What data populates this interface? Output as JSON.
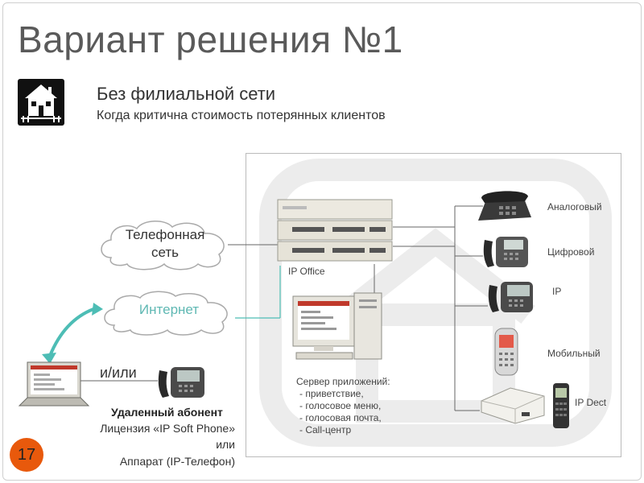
{
  "slide": {
    "title": "Вариант решения №1",
    "subtitle": "Без филиальной сети",
    "subtitle_2": "Когда критична стоимость потерянных клиентов",
    "page_number": "17"
  },
  "clouds": {
    "phone_network": [
      "Телефонная",
      "сеть"
    ],
    "internet": "Интернет"
  },
  "ip_office_label": "IP Office",
  "server": {
    "title": "Сервер приложений:",
    "items": [
      "- приветствие,",
      "- голосовое меню,",
      "- голосовая почта,",
      "- Call-центр"
    ]
  },
  "phones": {
    "analog": "Аналоговый",
    "digital": "Цифровой",
    "ip": "IP",
    "mobile": "Мобильный",
    "dect": "IP Dect"
  },
  "remote": {
    "or_label": "и/или",
    "title": "Удаленный абонент",
    "line1": "Лицензия «IP Soft Phone»",
    "line2": "или",
    "line3": "Аппарат (IP-Телефон)"
  },
  "colors": {
    "title": "#5a5a5a",
    "internet_text": "#5fb8b3",
    "internet_link": "#4dbdb5",
    "badge": "#e8590c",
    "watermark": "#ececec"
  }
}
